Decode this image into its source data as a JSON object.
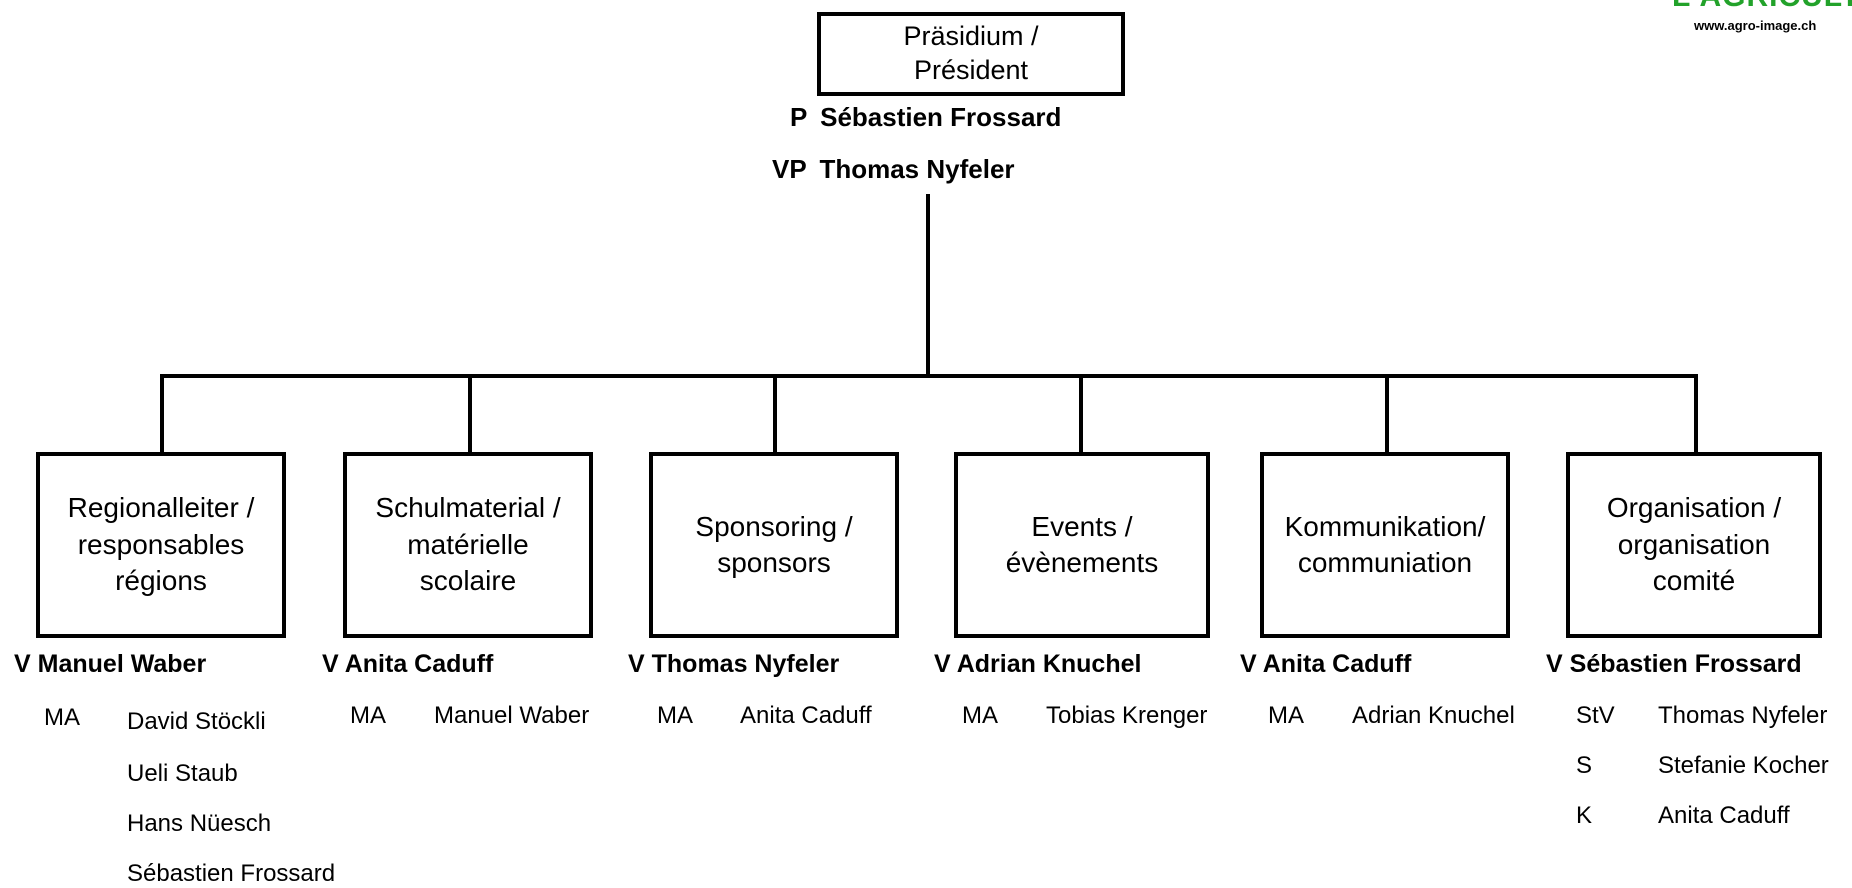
{
  "logo": {
    "mark": "L'AGRICULTURE",
    "url": "www.agro-image.ch",
    "color": "#22a22a"
  },
  "presidium": {
    "title": "Präsidium /\nPrésident",
    "president": {
      "role": "P",
      "name": "Sébastien Frossard"
    },
    "vice_president": {
      "role": "VP",
      "name": "Thomas Nyfeler"
    }
  },
  "departments": [
    {
      "title": "Regionalleiter /\nresponsables\nrégions",
      "lead_role": "V",
      "lead_name": "Manuel Waber",
      "members": [
        {
          "role": "MA",
          "name": "David Stöckli"
        },
        {
          "role": "",
          "name": "Ueli Staub"
        },
        {
          "role": "",
          "name": "Hans Nüesch"
        },
        {
          "role": "",
          "name": "Sébastien Frossard"
        }
      ]
    },
    {
      "title": "Schulmaterial /\nmatérielle\nscolaire",
      "lead_role": "V",
      "lead_name": "Anita Caduff",
      "members": [
        {
          "role": "MA",
          "name": "Manuel Waber"
        }
      ]
    },
    {
      "title": "Sponsoring /\nsponsors",
      "lead_role": "V",
      "lead_name": "Thomas Nyfeler",
      "members": [
        {
          "role": "MA",
          "name": "Anita Caduff"
        }
      ]
    },
    {
      "title": "Events /\névènements",
      "lead_role": "V",
      "lead_name": "Adrian Knuchel",
      "members": [
        {
          "role": "MA",
          "name": "Tobias Krenger"
        }
      ]
    },
    {
      "title": "Kommunikation/\ncommuniation",
      "lead_role": "V",
      "lead_name": "Anita Caduff",
      "members": [
        {
          "role": "MA",
          "name": "Adrian Knuchel"
        }
      ]
    },
    {
      "title": "Organisation /\norganisation\ncomité",
      "lead_role": "V",
      "lead_name": "Sébastien Frossard",
      "members": [
        {
          "role": "StV",
          "name": "Thomas Nyfeler"
        },
        {
          "role": "S",
          "name": "Stefanie Kocher"
        },
        {
          "role": "K",
          "name": "Anita Caduff"
        }
      ]
    }
  ]
}
